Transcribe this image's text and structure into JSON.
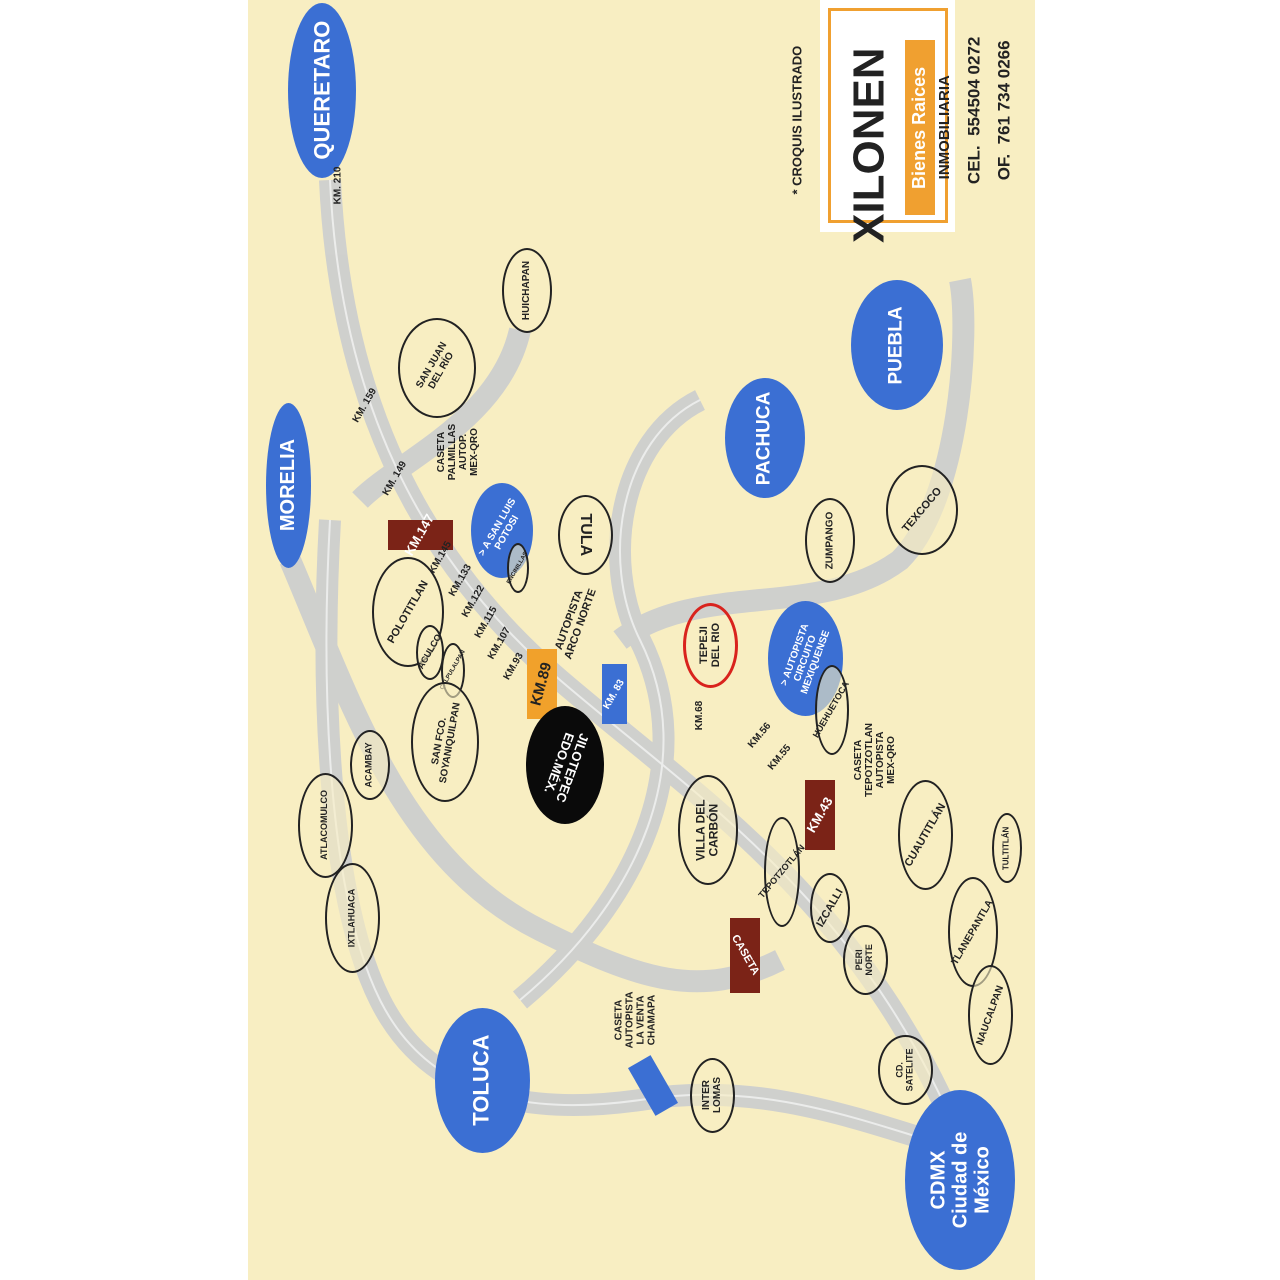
{
  "places": {
    "queretaro": "QUERETARO",
    "km210": "KM. 210",
    "huichapan": "HUICHAPAN",
    "sanjuan": "SAN JUAN\nDEL RÍO",
    "km159": "KM. 159",
    "morelia": "MORELIA",
    "km149": "KM. 149",
    "palmillas": "CASETA\nPALMILLAS\nAUTOP.\nMEX-QRO",
    "km147": "KM.147",
    "sanluis": "> A SAN LUIS\nPOTOSI",
    "tula": "TULA",
    "km145": "KM.145",
    "encinillas": "ENCINILLAS",
    "km133": "KM.133",
    "km122": "KM.122",
    "km115": "KM.115",
    "km107": "KM.107",
    "polotitlan": "POLOTITLAN",
    "aculco": "ACULCO",
    "calpulalpan": "CALPULALPAN",
    "soyaniquilpan": "SAN FCO.\nSOYANIQUILPAN",
    "km93": "KM.93",
    "km89": "KM.89",
    "arconorte": "AUTOPISTA\nARCO NORTE",
    "km83": "KM. 83",
    "jilotepec": "JILOTEPEC\nEDO.MÉX.",
    "tepeji": "TEPEJI\nDEL RIO",
    "km68": "KM.68",
    "pachuca": "PACHUCA",
    "puebla": "PUEBLA",
    "texcoco": "TEXCOCO",
    "zumpango": "ZUMPANGO",
    "circuito": "> AUTOPISTA\nCIRCUITO\nMEXIQUENSE",
    "huehuetoca": "HUEHUETOCA",
    "km56": "KM.56",
    "km55": "KM.55",
    "casetatepo": "CASETA\nTEPOTZOTLAN\nAUTOPISTA\nMEX-QRO",
    "km43": "KM.43",
    "villacarbon": "VILLA DEL\nCARBÓN",
    "cuautitlan": "CUAUTITLÁN",
    "tultitlan": "TULTITLÁN",
    "tepotzotlan": "TEPOTZOTLÁN",
    "izcalli": "IZCALLI",
    "acambay": "ACAMBAY",
    "atlacomulco": "ATLACOMULCO",
    "ixtlahuaca": "IXTLAHUACA",
    "tlanepantla": "TLANEPANTLA",
    "caseta": "CASETA",
    "perinorte": "PERI\nNORTE",
    "naucalpan": "NAUCALPAN",
    "chamapa": "CASETA\nAUTOPISTA\nLA VENTA\nCHAMAPA",
    "toluca": "TOLUCA",
    "interlomas": "INTER\nLOMAS",
    "satelite": "CD.\nSATELITE",
    "cdmx": "CDMX\nCiudad de\nMéxico"
  },
  "logo": {
    "brand": "XILONEN",
    "tagline": "Bienes Raices",
    "type": "INMOBILIARIA",
    "cel": "CEL.  554504 0272",
    "office": "OF.  761 734 0266",
    "note": "* CROQUIS ILUSTRADO"
  },
  "colors": {
    "background": "#f8eec2",
    "blue": "#3b6fd3",
    "brown": "#7b2317",
    "orange": "#f1a12b",
    "red": "#d9231d"
  }
}
